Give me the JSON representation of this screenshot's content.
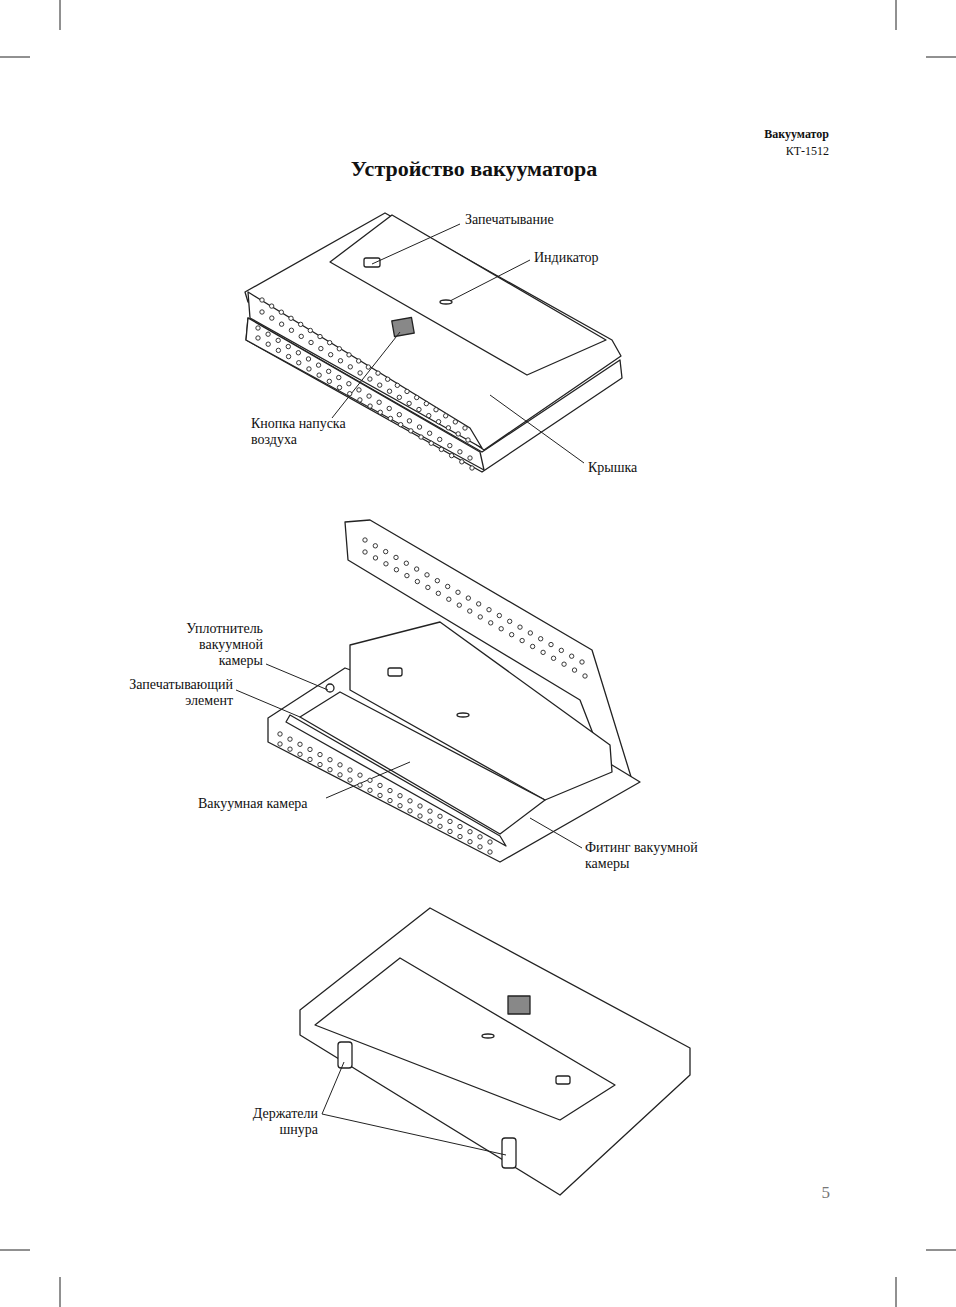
{
  "diagram": {
    "title": "Устройство вакууматора",
    "labels": [
      "Вакууматор",
      "КТ-1512",
      "Запечатывание",
      "Индикатор",
      "Кнопка напуска воздуха",
      "Крышка",
      "Уплотнитель вакуумной камеры",
      "Запечатывающий элемент",
      "Вакуумная камера",
      "Фитинг вакуумной камеры",
      "Держатели шнура",
      "5"
    ]
  }
}
